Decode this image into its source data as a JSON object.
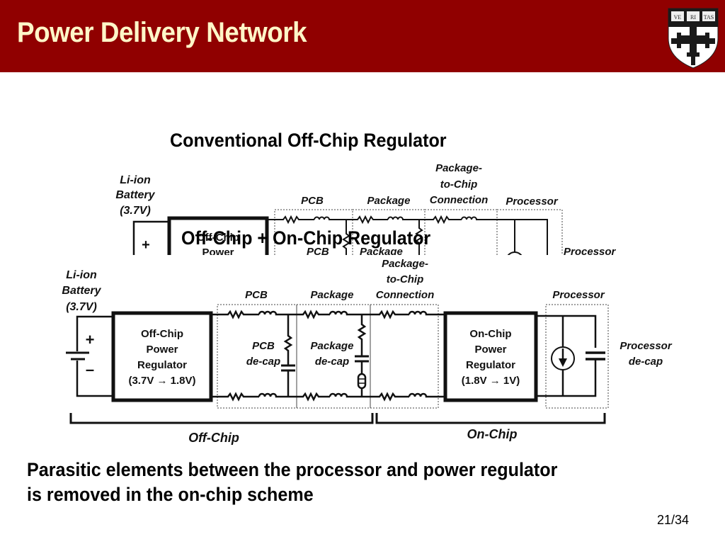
{
  "header": {
    "title": "Power Delivery Network",
    "background_color": "#900000",
    "title_color": "#fff6c8",
    "crest": {
      "icon": "university-shield-crest-icon",
      "motto_parts": [
        "VE",
        "RI",
        "TAS"
      ]
    }
  },
  "conventional": {
    "heading": "Conventional Off-Chip Regulator",
    "battery_label": [
      "Li-ion",
      "Battery",
      "(3.7V)"
    ],
    "battery_plus": "+",
    "regulator_label": [
      "Off-Chip",
      "Power"
    ],
    "sections": [
      "PCB",
      "Package",
      "Package-",
      "to-Chip",
      "Connection",
      "Processor"
    ],
    "decap_labels": [
      "PCB",
      "Package"
    ],
    "processor_decap_label": "Processor"
  },
  "combined": {
    "heading": "Off-Chip + On-Chip Regulator",
    "battery_label": [
      "Li-ion",
      "Battery",
      "(3.7V)"
    ],
    "battery_plus": "+",
    "battery_minus": "–",
    "off_chip_regulator": [
      "Off-Chip",
      "Power",
      "Regulator",
      "(3.7V → 1.8V)"
    ],
    "on_chip_regulator": [
      "On-Chip",
      "Power",
      "Regulator",
      "(1.8V → 1V)"
    ],
    "section_labels": {
      "pcb": "PCB",
      "package": "Package",
      "connection": [
        "Package-",
        "to-Chip",
        "Connection"
      ],
      "processor": "Processor"
    },
    "pcb_decap": [
      "PCB",
      "de-cap"
    ],
    "package_decap": [
      "Package",
      "de-cap"
    ],
    "processor_decap": [
      "Processor",
      "de-cap"
    ],
    "brackets": {
      "off_chip": "Off-Chip",
      "on_chip": "On-Chip"
    }
  },
  "bullet": {
    "line1": "Parasitic elements between the processor and power regulator",
    "line2": "is removed in the on-chip scheme"
  },
  "page_number": "21/34"
}
